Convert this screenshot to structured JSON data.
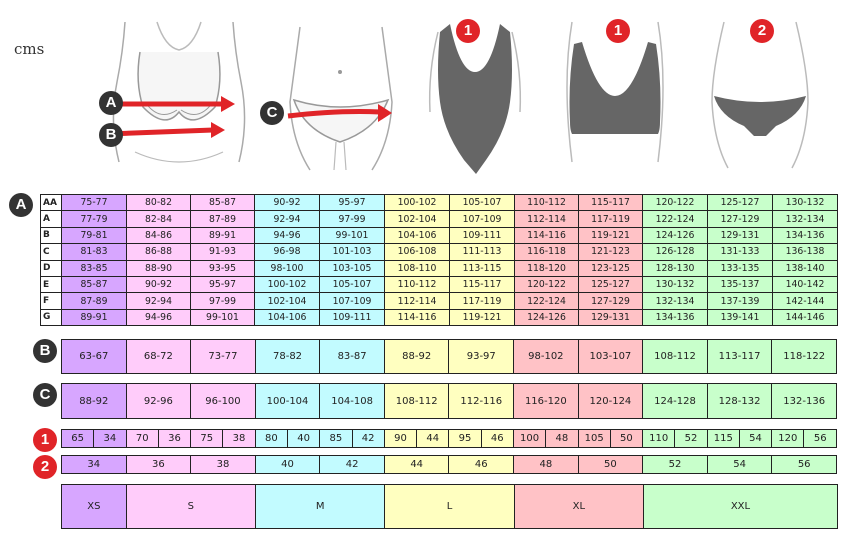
{
  "unit_label": "cms",
  "badges": {
    "a": "A",
    "b": "B",
    "c": "C",
    "one": "1",
    "two": "2"
  },
  "colors": {
    "xs": "#d7a6ff",
    "s": "#ffccfa",
    "m": "#c2fbff",
    "l": "#ffffc0",
    "xl": "#ffc2c6",
    "xxl": "#c8ffcb",
    "arrow": "#e02428",
    "garment": "#666666"
  },
  "band_a": {
    "rows": [
      {
        "label": "AA",
        "values": [
          "75-77",
          "80-82",
          "85-87",
          "90-92",
          "95-97",
          "100-102",
          "105-107",
          "110-112",
          "115-117",
          "120-122",
          "125-127",
          "130-132"
        ]
      },
      {
        "label": "A",
        "values": [
          "77-79",
          "82-84",
          "87-89",
          "92-94",
          "97-99",
          "102-104",
          "107-109",
          "112-114",
          "117-119",
          "122-124",
          "127-129",
          "132-134"
        ]
      },
      {
        "label": "B",
        "values": [
          "79-81",
          "84-86",
          "89-91",
          "94-96",
          "99-101",
          "104-106",
          "109-111",
          "114-116",
          "119-121",
          "124-126",
          "129-131",
          "134-136"
        ]
      },
      {
        "label": "C",
        "values": [
          "81-83",
          "86-88",
          "91-93",
          "96-98",
          "101-103",
          "106-108",
          "111-113",
          "116-118",
          "121-123",
          "126-128",
          "131-133",
          "136-138"
        ]
      },
      {
        "label": "D",
        "values": [
          "83-85",
          "88-90",
          "93-95",
          "98-100",
          "103-105",
          "108-110",
          "113-115",
          "118-120",
          "123-125",
          "128-130",
          "133-135",
          "138-140"
        ]
      },
      {
        "label": "E",
        "values": [
          "85-87",
          "90-92",
          "95-97",
          "100-102",
          "105-107",
          "110-112",
          "115-117",
          "120-122",
          "125-127",
          "130-132",
          "135-137",
          "140-142"
        ]
      },
      {
        "label": "F",
        "values": [
          "87-89",
          "92-94",
          "97-99",
          "102-104",
          "107-109",
          "112-114",
          "117-119",
          "122-124",
          "127-129",
          "132-134",
          "137-139",
          "142-144"
        ]
      },
      {
        "label": "G",
        "values": [
          "89-91",
          "94-96",
          "99-101",
          "104-106",
          "109-111",
          "114-116",
          "119-121",
          "124-126",
          "129-131",
          "134-136",
          "139-141",
          "144-146"
        ]
      }
    ]
  },
  "row_b": [
    "63-67",
    "68-72",
    "73-77",
    "78-82",
    "83-87",
    "88-92",
    "93-97",
    "98-102",
    "103-107",
    "108-112",
    "113-117",
    "118-122"
  ],
  "row_c": [
    "88-92",
    "92-96",
    "96-100",
    "100-104",
    "104-108",
    "108-112",
    "112-116",
    "116-120",
    "120-124",
    "124-128",
    "128-132",
    "132-136"
  ],
  "row_1": [
    "65",
    "34",
    "70",
    "36",
    "75",
    "38",
    "80",
    "40",
    "85",
    "42",
    "90",
    "44",
    "95",
    "46",
    "100",
    "48",
    "105",
    "50",
    "110",
    "52",
    "115",
    "54",
    "120",
    "56"
  ],
  "row_2": [
    "34",
    "36",
    "38",
    "40",
    "42",
    "44",
    "46",
    "48",
    "50",
    "52",
    "54",
    "56"
  ],
  "sizes": [
    "XS",
    "S",
    "M",
    "L",
    "XL",
    "XXL"
  ]
}
